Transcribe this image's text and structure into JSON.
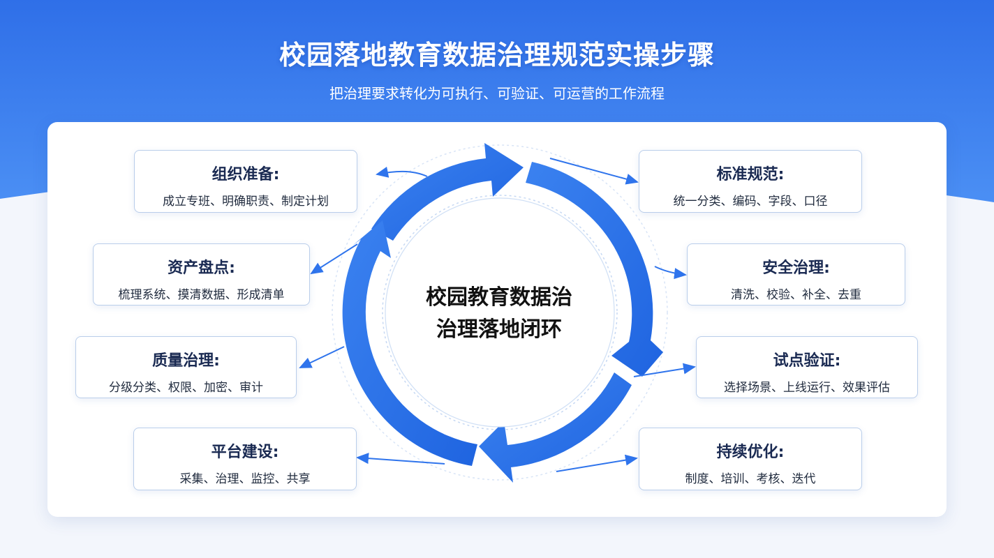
{
  "header": {
    "title": "校园落地教育数据治理规范实操步骤",
    "subtitle": "把治理要求转化为可执行、可验证、可运营的工作流程"
  },
  "center": {
    "line1": "校园教育数据治",
    "line2": "治理落地闭环"
  },
  "left_steps": [
    {
      "title": "组织准备:",
      "desc": "成立专班、明确职责、制定计划"
    },
    {
      "title": "资产盘点:",
      "desc": "梳理系统、摸清数据、形成清单"
    },
    {
      "title": "质量治理:",
      "desc": "分级分类、权限、加密、审计"
    },
    {
      "title": "平台建设:",
      "desc": "采集、治理、监控、共享"
    }
  ],
  "right_steps": [
    {
      "title": "标准规范:",
      "desc": "统一分类、编码、字段、口径"
    },
    {
      "title": "安全治理:",
      "desc": "清洗、校验、补全、去重"
    },
    {
      "title": "试点验证:",
      "desc": "选择场景、上线运行、效果评估"
    },
    {
      "title": "持续优化:",
      "desc": "制度、培训、考核、迭代"
    }
  ],
  "colors": {
    "primary_blue": "#2f74ec",
    "light_blue": "#5b9bf6",
    "title_text": "#ffffff",
    "card_border": "#b9cdea",
    "card_title": "#1a2a52"
  }
}
